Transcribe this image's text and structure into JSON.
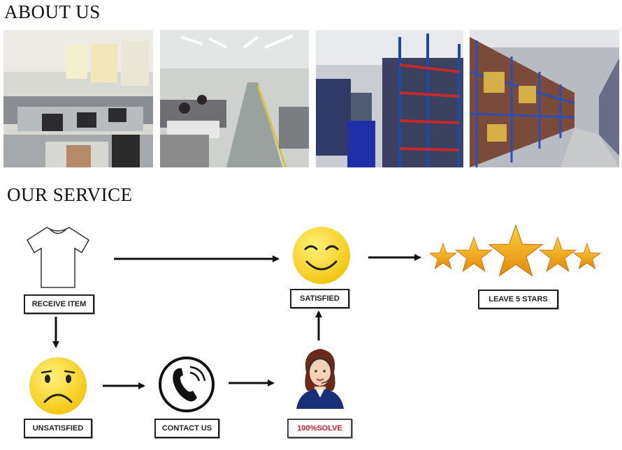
{
  "about": {
    "title": "ABOUT US"
  },
  "photos": [
    {
      "icon": "office-photo"
    },
    {
      "icon": "sewing-workshop-photo"
    },
    {
      "icon": "storage-racks-photo"
    },
    {
      "icon": "warehouse-aisle-photo"
    }
  ],
  "service": {
    "title": "OUR SERVICE",
    "steps": {
      "receive": "RECEIVE ITEM",
      "satisfied": "SATISFIED",
      "stars": "LEAVE 5 STARS",
      "unsatisfied": "UNSATISFIED",
      "contact": "CONTACT US",
      "solve": "100%SOLVE"
    },
    "icons": {
      "tshirt": "t-shirt-icon",
      "happy": "happy-face-icon",
      "sad": "sad-face-icon",
      "phone": "phone-icon",
      "agent": "support-agent-icon",
      "stars": "five-stars-icon"
    },
    "colors": {
      "smiley": "#f7d21a",
      "star": "#f0a418",
      "solve_text": "#d21a2a"
    }
  }
}
